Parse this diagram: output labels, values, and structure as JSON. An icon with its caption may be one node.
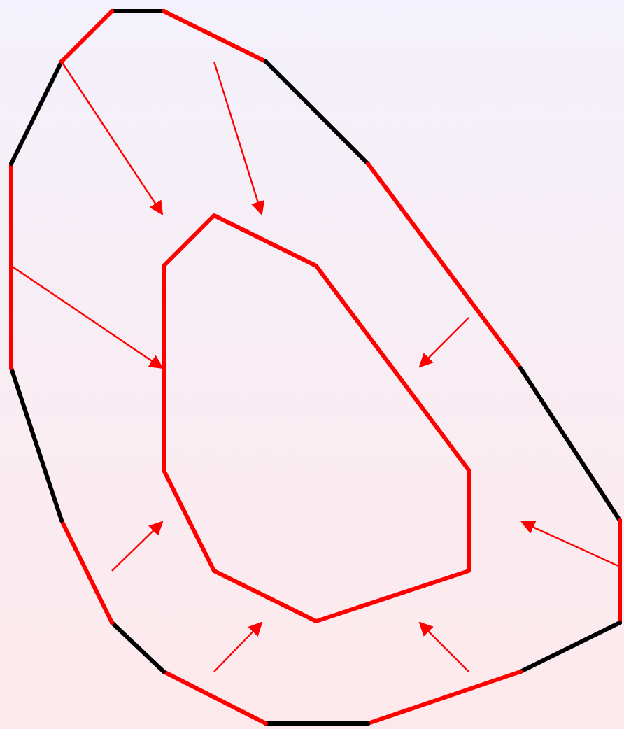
{
  "diagram": {
    "nodes": [
      {
        "text": [],
        "shape": "polygon"
      },
      {
        "text": [],
        "shape": "octagon",
        "in": 0
      }
    ],
    "edges": [
      {
        "from": 0,
        "to": 1,
        "arrow": "to"
      },
      {
        "from": null,
        "to": 1,
        "arrow": "to"
      },
      {
        "from": 0,
        "to": 1,
        "arrow": "to"
      },
      {
        "from": null,
        "to": 1,
        "arrow": "to"
      },
      {
        "from": 0,
        "to": 1,
        "arrow": "to"
      },
      {
        "from": null,
        "to": 1,
        "arrow": "to"
      },
      {
        "from": null,
        "to": 1,
        "arrow": "to"
      },
      {
        "from": null,
        "to": 1,
        "arrow": "to"
      }
    ]
  }
}
